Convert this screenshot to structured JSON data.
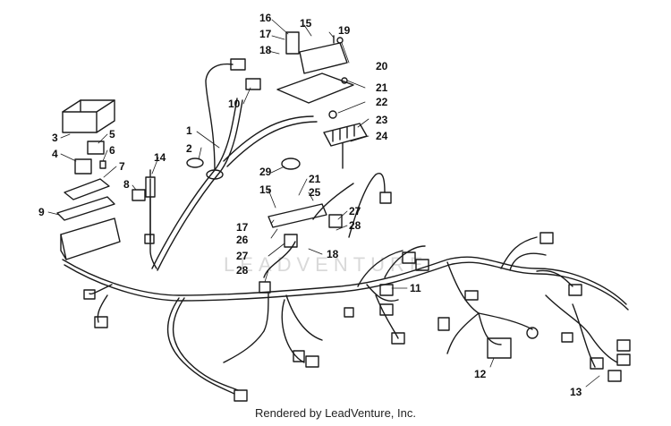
{
  "watermark": "LEADVENTURE",
  "footer": "Rendered by LeadVenture, Inc.",
  "callouts": [
    "1",
    "2",
    "3",
    "4",
    "5",
    "6",
    "7",
    "8",
    "9",
    "10",
    "11",
    "12",
    "13",
    "14",
    "15",
    "15",
    "16",
    "17",
    "17",
    "18",
    "18",
    "19",
    "20",
    "21",
    "21",
    "22",
    "23",
    "24",
    "25",
    "26",
    "27",
    "27",
    "28",
    "28",
    "29"
  ]
}
